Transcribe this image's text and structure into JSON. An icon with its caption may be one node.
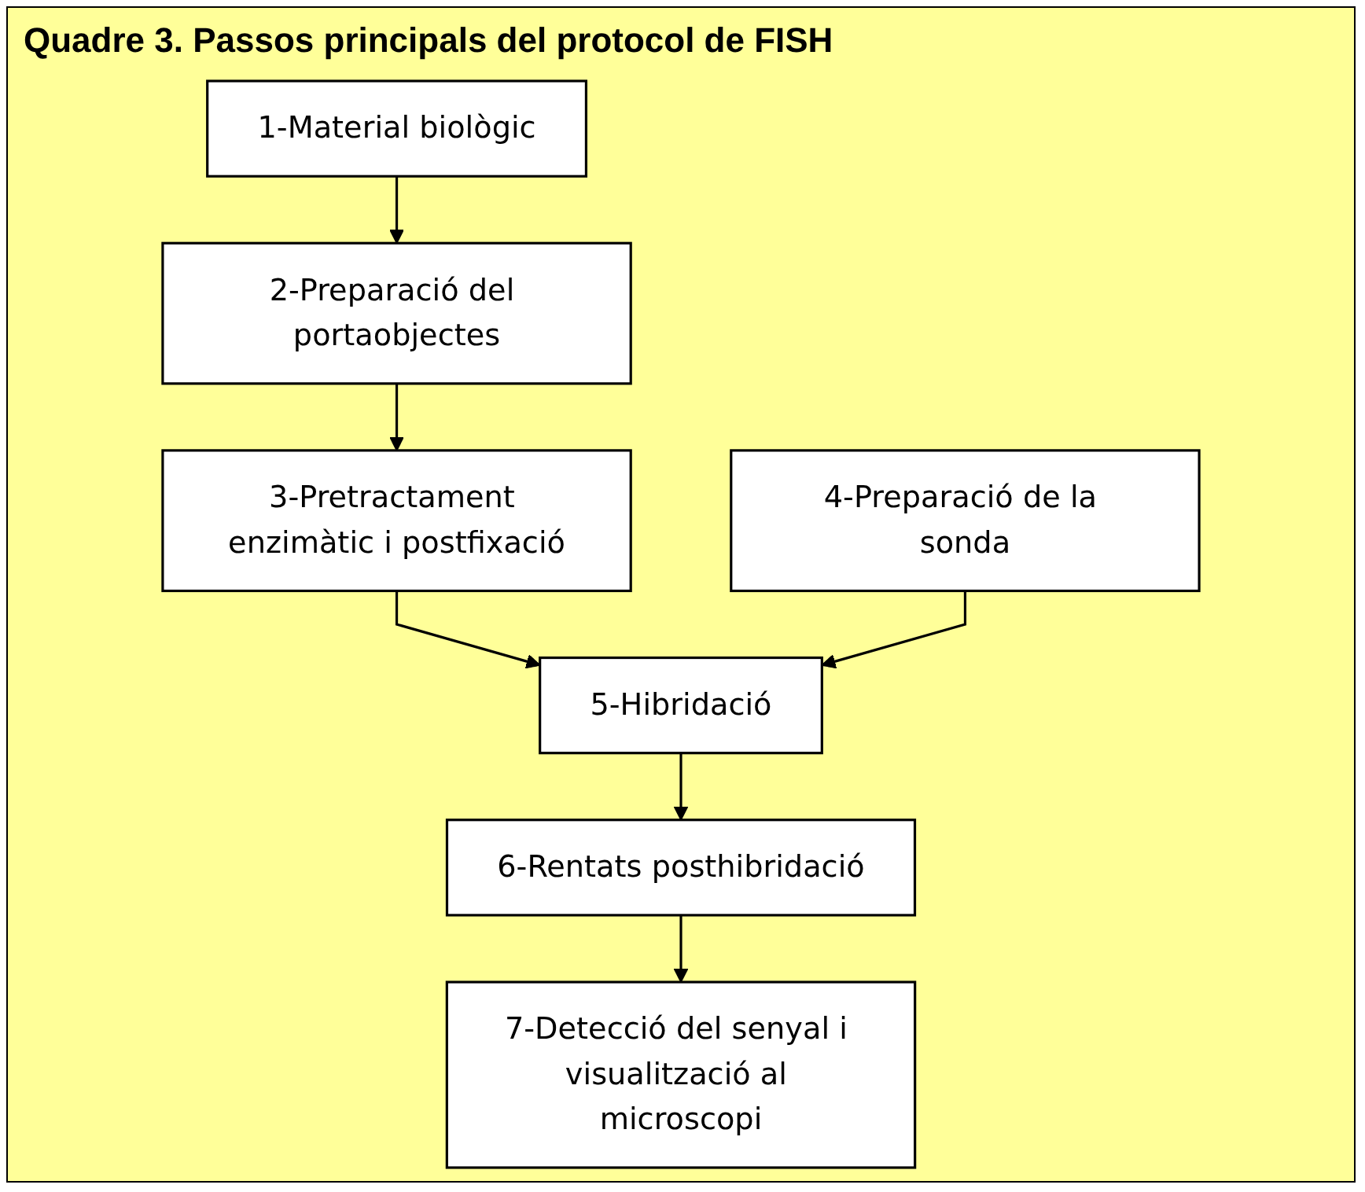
{
  "diagram": {
    "title": "Quadre 3. Passos principals del protocol de FISH",
    "nodes": [
      {
        "text": [
          "1-Material biològic"
        ]
      },
      {
        "text": [
          "2-Preparació del portaobjectes"
        ]
      },
      {
        "text": [
          "3-Pretractament enzimàtic i postfixació"
        ]
      },
      {
        "text": [
          "4-Preparació de la sonda"
        ]
      },
      {
        "text": [
          "5-Hibridació"
        ]
      },
      {
        "text": [
          "6-Rentats posthibridació"
        ]
      },
      {
        "text": [
          "7-Detecció del senyal i visualització al microscopi"
        ]
      }
    ],
    "edges": [
      {
        "from": 0,
        "to": 1,
        "arrow": "to"
      },
      {
        "from": 1,
        "to": 2,
        "arrow": "to"
      },
      {
        "from": 2,
        "to": 4,
        "arrow": "to"
      },
      {
        "from": 3,
        "to": 4,
        "arrow": "to"
      },
      {
        "from": 4,
        "to": 5,
        "arrow": "to"
      },
      {
        "from": 5,
        "to": 6,
        "arrow": "to"
      }
    ]
  }
}
